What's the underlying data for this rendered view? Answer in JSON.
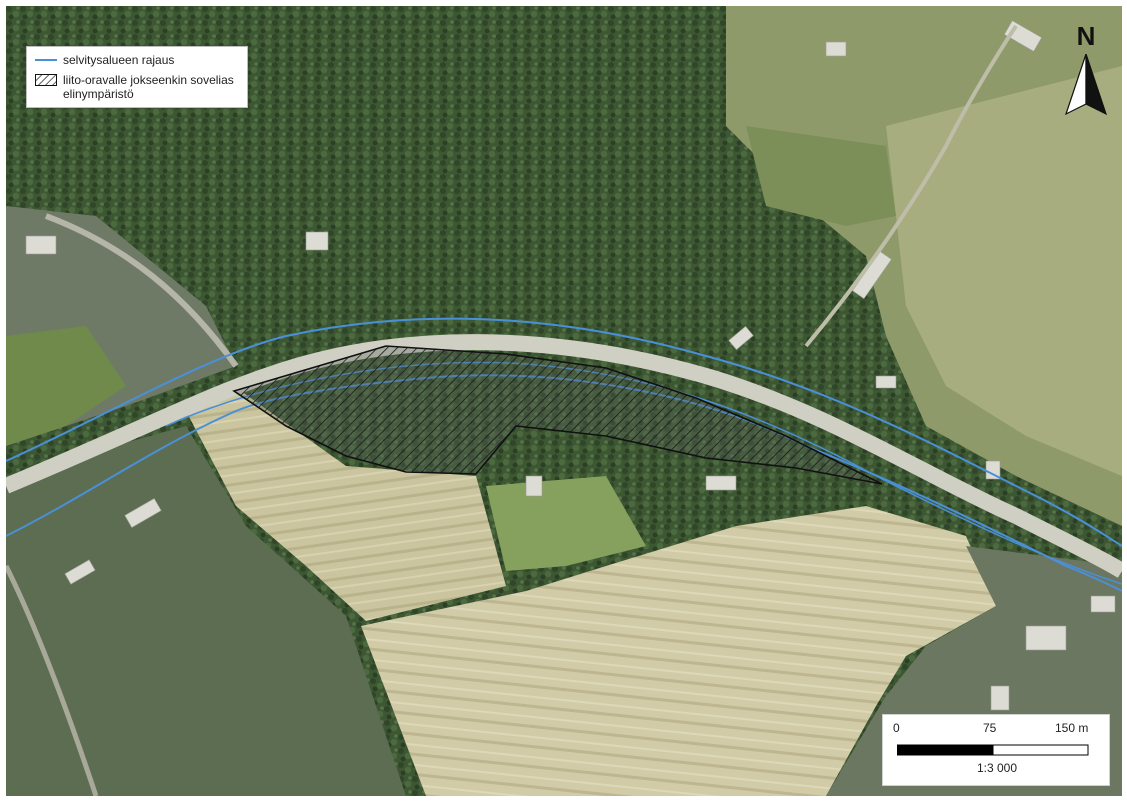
{
  "legend": {
    "items": [
      {
        "label": "selvitysalueen rajaus",
        "symbol": "line",
        "color": "#4a90d9"
      },
      {
        "label": "liito-oravalle jokseenkin sovelias elinympäristö",
        "symbol": "hatch",
        "color": "#111111"
      }
    ]
  },
  "north_arrow": {
    "letter": "N"
  },
  "scale": {
    "ticks": [
      "0",
      "75",
      "150 m"
    ],
    "ratio": "1:3 000"
  },
  "colors": {
    "boundary": "#4a90d9",
    "habitat_outline": "#111111",
    "forest": "#3f5a34",
    "field": "#c9c29a",
    "road": "#cfcfc4"
  }
}
